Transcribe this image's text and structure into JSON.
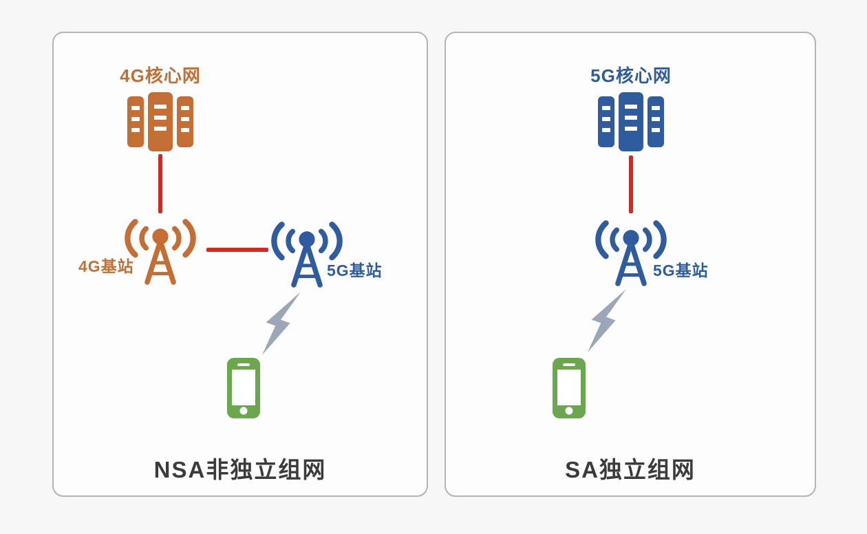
{
  "panels": {
    "nsa": {
      "core_label": "4G核心网",
      "station_4g_label": "4G基站",
      "station_5g_label": "5G基站",
      "caption": "NSA非独立组网"
    },
    "sa": {
      "core_label": "5G核心网",
      "station_5g_label": "5G基站",
      "caption": "SA独立组网"
    }
  },
  "icons": {
    "core_network": "server-rack-icon",
    "base_station": "antenna-tower-icon",
    "radio_link": "lightning-bolt-icon",
    "user_device": "smartphone-icon"
  },
  "colors": {
    "orange": "#c56e33",
    "blue": "#2f5c9f",
    "red": "#d2281e",
    "green": "#6ba84d",
    "lightning": "#9ba7b6",
    "caption": "#3b3b3b",
    "panel-border": "#b0b3b7",
    "panel-bg": "#fdfdfe",
    "page-bg": "#f7f7f8"
  }
}
